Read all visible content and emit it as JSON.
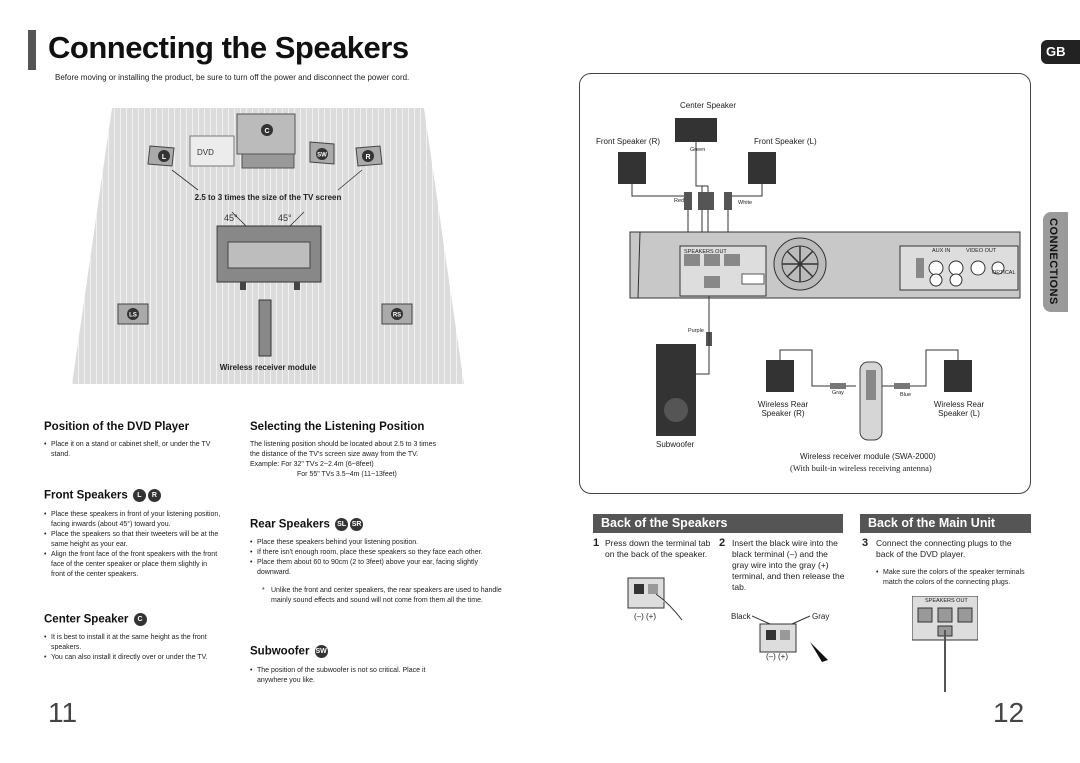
{
  "header": {
    "title": "Connecting the Speakers",
    "subtitle": "Before moving or installing the product, be sure to turn off the power and disconnect the power cord.",
    "lang_tab": "GB",
    "side_tab": "CONNECTIONS"
  },
  "room_diagram": {
    "labels": {
      "dvd": "DVD",
      "distance": "2.5 to 3 times the size of the TV screen",
      "angle_left": "45°",
      "angle_right": "45°",
      "wireless": "Wireless receiver module"
    },
    "badges": {
      "c": "C",
      "l": "L",
      "sw": "SW",
      "r": "R",
      "ls": "LS",
      "rs": "RS"
    }
  },
  "left_page": {
    "dvd_position": {
      "heading": "Position of the DVD Player",
      "bullets": [
        "Place it on a stand or cabinet shelf, or under the TV stand."
      ]
    },
    "listening": {
      "heading": "Selecting the Listening Position",
      "text": "The listening position should be located about 2.5 to 3 times the distance of the TV's screen size away from the TV. Example: For 32\" TVs 2~2.4m (6~8feet)",
      "text2": "For 55\" TVs 3.5~4m (11~13feet)"
    },
    "front": {
      "heading": "Front Speakers",
      "badges": [
        "L",
        "R"
      ],
      "bullets": [
        "Place these speakers in front of your listening position, facing inwards (about 45°) toward you.",
        "Place the speakers so that their tweeters will be at the same height as your ear.",
        "Align the front face of the front speakers with the front face of the center speaker or place them slightly in front of the center speakers."
      ]
    },
    "rear": {
      "heading": "Rear Speakers",
      "badges": [
        "SL",
        "SR"
      ],
      "bullets": [
        "Place these speakers behind your listening position.",
        "If there isn't enough room, place these speakers so they face each other.",
        "Place them about 60 to 90cm (2 to 3feet) above your ear, facing slightly downward."
      ],
      "note_mark": "*",
      "note": "Unlike the front and center speakers, the rear speakers are used to handle mainly sound effects and sound will not come from them all the time."
    },
    "center": {
      "heading": "Center Speaker",
      "badges": [
        "C"
      ],
      "bullets": [
        "It is best to install it at the same height as the front speakers.",
        "You can also install it directly over or under the TV."
      ]
    },
    "subwoofer": {
      "heading": "Subwoofer",
      "badges": [
        "SW"
      ],
      "bullets": [
        "The position of the subwoofer is not so critical. Place it anywhere you like."
      ]
    },
    "page_number": "11"
  },
  "connection_diagram": {
    "center_speaker": "Center Speaker",
    "front_r": "Front Speaker (R)",
    "front_l": "Front Speaker (L)",
    "green": "Green",
    "red": "Red",
    "white": "White",
    "purple": "Purple",
    "gray": "Gray",
    "blue": "Blue",
    "subwoofer": "Subwoofer",
    "wireless_rear_r": "Wireless Rear Speaker (R)",
    "wireless_rear_l": "Wireless Rear Speaker (L)",
    "receiver_module": "Wireless receiver module (SWA-2000)",
    "receiver_antenna": "(With built-in wireless receiving antenna)",
    "panel_speakers_out": "SPEAKERS OUT",
    "panel_aux_in": "AUX IN",
    "panel_video_out": "VIDEO OUT",
    "panel_optical": "OPTICAL"
  },
  "back_speakers": {
    "heading": "Back of the Speakers",
    "steps": [
      {
        "num": "1",
        "text": "Press down the terminal tab on the back of the speaker."
      },
      {
        "num": "2",
        "text": "Insert the black wire into the black terminal (–) and the gray wire into the gray (+) terminal, and then release the tab."
      }
    ],
    "minus_plus": "(–)  (+)",
    "black": "Black",
    "gray": "Gray"
  },
  "back_unit": {
    "heading": "Back of the Main Unit",
    "steps": [
      {
        "num": "3",
        "text": "Connect the connecting plugs to the back of the DVD player."
      }
    ],
    "bullets": [
      "Make sure the colors of the speaker terminals match the colors of the connecting plugs."
    ],
    "panel_label": "SPEAKERS OUT"
  },
  "page_number_right": "12"
}
